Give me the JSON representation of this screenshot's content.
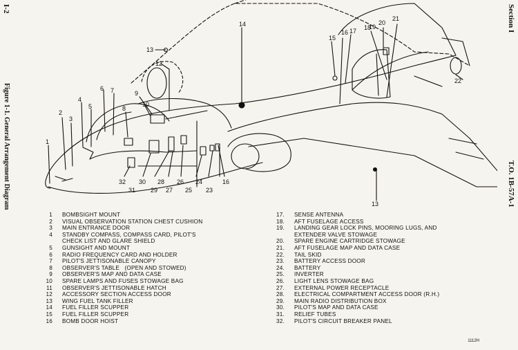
{
  "page_label": "I-2",
  "figure_caption": "Figure 1-1.   General Arrangement Diagram",
  "section_label": "Section I",
  "to_label": "T.O. 1B-57A-1",
  "diagram_code": "1112H",
  "callouts": [
    "1",
    "2",
    "3",
    "4",
    "5",
    "6",
    "7",
    "8",
    "9",
    "10",
    "12",
    "13",
    "13",
    "14",
    "15",
    "16",
    "16",
    "17",
    "18",
    "19",
    "20",
    "21",
    "22",
    "23",
    "24",
    "25",
    "26",
    "27",
    "28",
    "29",
    "30",
    "31",
    "32"
  ],
  "legend": {
    "left": [
      {
        "num": "1",
        "text": "BOMBSIGHT MOUNT"
      },
      {
        "num": "2",
        "text": "VISUAL OBSERVATION STATION CHEST CUSHION"
      },
      {
        "num": "3",
        "text": "MAIN ENTRANCE DOOR"
      },
      {
        "num": "4",
        "text": "STANDBY COMPASS, COMPASS CARD, PILOT'S\nCHECK LIST AND GLARE SHIELD"
      },
      {
        "num": "5",
        "text": "GUNSIGHT AND MOUNT"
      },
      {
        "num": "6",
        "text": "RADIO FREQUENCY CARD AND HOLDER"
      },
      {
        "num": "7",
        "text": "PILOT'S JETTISONABLE CANOPY"
      },
      {
        "num": "8",
        "text": "OBSERVER'S TABLE   (OPEN AND STOWED)"
      },
      {
        "num": "9",
        "text": "OBSERVER'S MAP AND DATA CASE"
      },
      {
        "num": "10",
        "text": "SPARE LAMPS AND FUSES STOWAGE BAG"
      },
      {
        "num": "11",
        "text": "OBSERVER'S JETTISONABLE HATCH"
      },
      {
        "num": "12",
        "text": "ACCESSORY SECTION ACCESS DOOR"
      },
      {
        "num": "13",
        "text": "WING FUEL TANK FILLER"
      },
      {
        "num": "14",
        "text": "FUEL FILLER SCUPPER"
      },
      {
        "num": "15",
        "text": "FUEL FILLER SCUPPER"
      },
      {
        "num": "16",
        "text": "BOMB DOOR HOIST"
      }
    ],
    "right": [
      {
        "num": "17.",
        "text": "SENSE ANTENNA"
      },
      {
        "num": "18.",
        "text": "AFT FUSELAGE ACCESS"
      },
      {
        "num": "19.",
        "text": "LANDING GEAR LOCK PINS, MOORING LUGS, AND\nEXTENDER VALVE STOWAGE"
      },
      {
        "num": "20.",
        "text": "SPARE ENGINE CARTRIDGE STOWAGE"
      },
      {
        "num": "21.",
        "text": "AFT FUSELAGE MAP AND DATA CASE"
      },
      {
        "num": "22.",
        "text": "TAIL SKID"
      },
      {
        "num": "23.",
        "text": "BATTERY ACCESS DOOR"
      },
      {
        "num": "24.",
        "text": "BATTERY"
      },
      {
        "num": "25.",
        "text": "INVERTER"
      },
      {
        "num": "26.",
        "text": "LIGHT LENS STOWAGE BAG"
      },
      {
        "num": "27.",
        "text": "EXTERNAL POWER RECEPTACLE"
      },
      {
        "num": "28.",
        "text": "ELECTRICAL COMPARTMENT ACCESS DOOR (R.H.)"
      },
      {
        "num": "29.",
        "text": "MAIN RADIO DISTRIBUTION BOX"
      },
      {
        "num": "30.",
        "text": "PILOT'S MAP AND DATA CASE"
      },
      {
        "num": "31.",
        "text": "RELIEF TUBES"
      },
      {
        "num": "32.",
        "text": "PILOT'S CIRCUIT BREAKER PANEL"
      }
    ]
  }
}
